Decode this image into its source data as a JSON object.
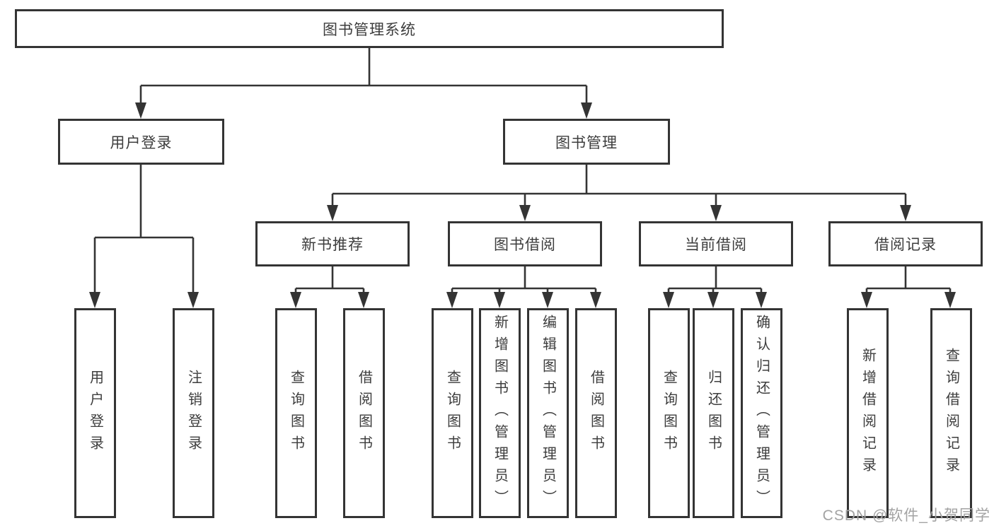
{
  "diagram": {
    "title": "图书管理系统",
    "level1": [
      {
        "label": "用户登录"
      },
      {
        "label": "图书管理"
      }
    ],
    "level2": [
      {
        "label": "新书推荐"
      },
      {
        "label": "图书借阅"
      },
      {
        "label": "当前借阅"
      },
      {
        "label": "借阅记录"
      }
    ],
    "leaves": [
      {
        "label": "用户登录"
      },
      {
        "label": "注销登录"
      },
      {
        "label": "查询图书"
      },
      {
        "label": "借阅图书"
      },
      {
        "label": "查询图书"
      },
      {
        "label": "新增图书（管理员）"
      },
      {
        "label": "编辑图书（管理员）"
      },
      {
        "label": "借阅图书"
      },
      {
        "label": "查询图书"
      },
      {
        "label": "归还图书"
      },
      {
        "label": "确认归还（管理员）"
      },
      {
        "label": "新增借阅记录"
      },
      {
        "label": "查询借阅记录"
      }
    ]
  },
  "watermark": "CSDN @软件_小贺同学",
  "colors": {
    "line": "#343434",
    "box_border": "#343434",
    "box_fill": "#ffffff",
    "text": "#3d3d3d",
    "watermark": "#a3a3a3",
    "background": "#ffffff"
  }
}
